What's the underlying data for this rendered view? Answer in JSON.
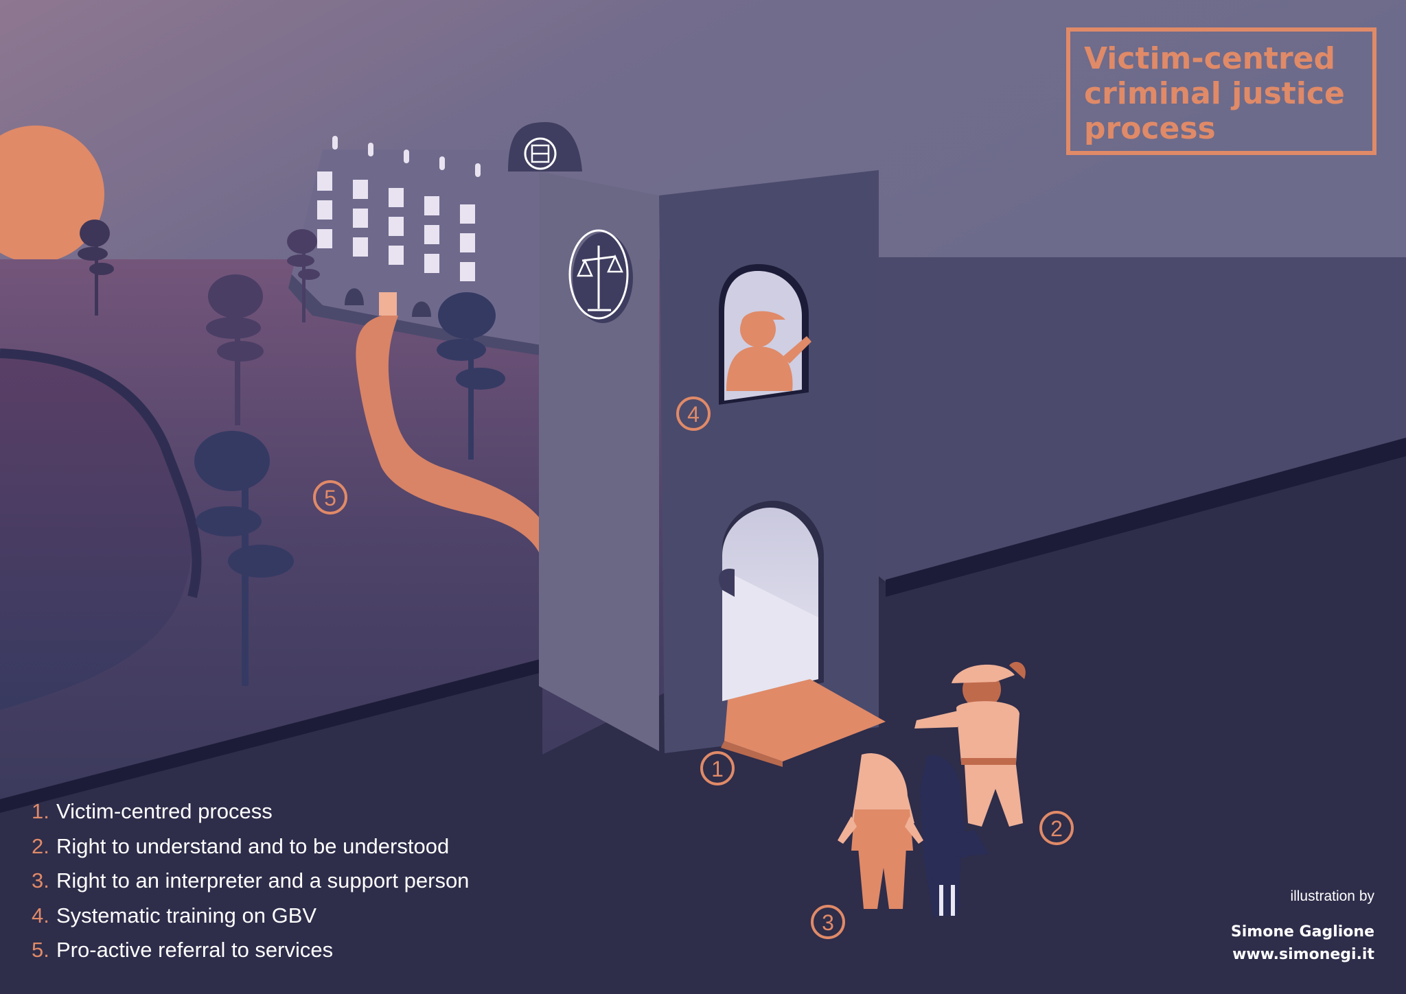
{
  "title": {
    "lines": [
      "Victim-centred",
      "criminal justice",
      "process"
    ]
  },
  "legend": {
    "items": [
      {
        "num": "1.",
        "text": "Victim-centred process"
      },
      {
        "num": "2.",
        "text": "Right to understand and to be understood"
      },
      {
        "num": "3.",
        "text": "Right to an interpreter and a support person"
      },
      {
        "num": "4.",
        "text": "Systematic training on GBV"
      },
      {
        "num": "5.",
        "text": "Pro-active referral to services"
      }
    ]
  },
  "markers": [
    "1",
    "2",
    "3",
    "4",
    "5"
  ],
  "credit": {
    "label": "illustration by",
    "name": "Simone Gaglione",
    "url": "www.simonegi.it"
  },
  "icons": {
    "court_sign": "scales-of-justice-icon",
    "building_sign": "shelter-bed-icon"
  },
  "colors": {
    "accent": "#e08a68",
    "background": "#2d2c48",
    "sky_top": "#8e7790",
    "wall": "#6b6886",
    "ground": "#2e2d4a",
    "text": "#ffffff"
  }
}
